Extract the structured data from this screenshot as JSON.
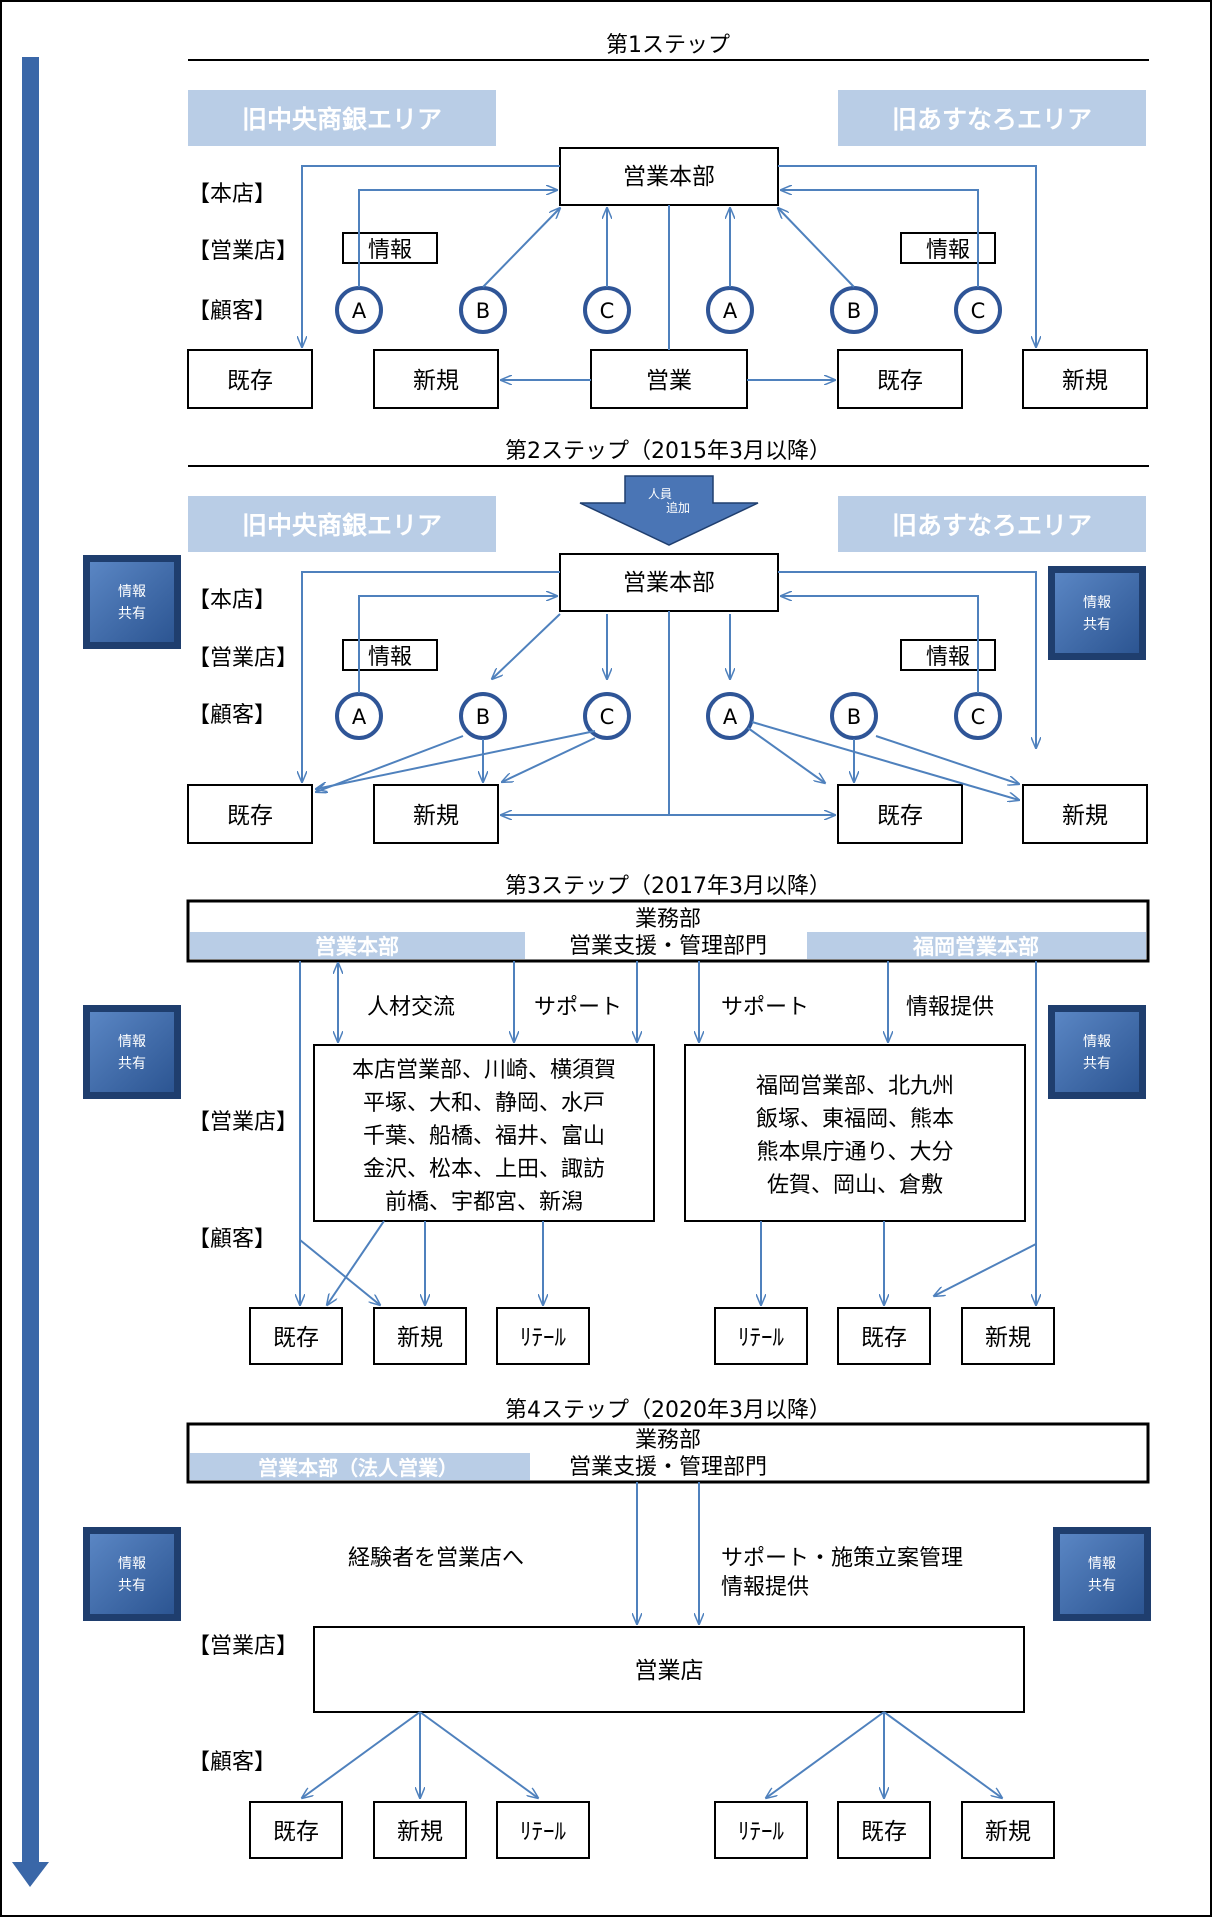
{
  "step1": {
    "title": "第1ステップ",
    "area_left": "旧中央商銀エリア",
    "area_right": "旧あすなろエリア",
    "hq": "営業本部",
    "sales": "営業",
    "row_honten": "【本店】",
    "row_eigyoten": "【営業店】",
    "row_kokyaku": "【顧客】",
    "info": "情報",
    "circles": [
      "A",
      "B",
      "C",
      "A",
      "B",
      "C"
    ],
    "boxes": [
      "既存",
      "新規",
      "既存",
      "新規"
    ]
  },
  "step2": {
    "title": "第2ステップ（2015年3月以降）",
    "arrow_label_1": "人員",
    "arrow_label_2": "追加",
    "area_left": "旧中央商銀エリア",
    "area_right": "旧あすなろエリア",
    "hq": "営業本部",
    "row_honten": "【本店】",
    "row_eigyoten": "【営業店】",
    "row_kokyaku": "【顧客】",
    "info": "情報",
    "circles": [
      "A",
      "B",
      "C",
      "A",
      "B",
      "C"
    ],
    "boxes": [
      "既存",
      "新規",
      "既存",
      "新規"
    ]
  },
  "step3": {
    "title": "第3ステップ（2017年3月以降）",
    "dept_line1": "業務部",
    "dept_line2": "営業支援・管理部門",
    "band_left": "営業本部",
    "band_right": "福岡営業本部",
    "label_jinzai": "人材交流",
    "label_support1": "サポート",
    "label_support2": "サポート",
    "label_info": "情報提供",
    "row_eigyoten": "【営業店】",
    "row_kokyaku": "【顧客】",
    "branches_left": [
      "本店営業部、川崎、横須賀",
      "平塚、大和、静岡、水戸",
      "千葉、船橋、福井、富山",
      "金沢、松本、上田、諏訪",
      "前橋、宇都宮、新潟"
    ],
    "branches_right": [
      "福岡営業部、北九州",
      "飯塚、東福岡、熊本",
      "熊本県庁通り、大分",
      "佐賀、岡山、倉敷"
    ],
    "boxes": [
      "既存",
      "新規",
      "ﾘﾃｰﾙ",
      "ﾘﾃｰﾙ",
      "既存",
      "新規"
    ]
  },
  "step4": {
    "title": "第4ステップ（2020年3月以降）",
    "dept_line1": "業務部",
    "dept_line2": "営業支援・管理部門",
    "band_left": "営業本部（法人営業）",
    "label_left": "経験者を営業店へ",
    "label_right_1": "サポート・施策立案管理",
    "label_right_2": "情報提供",
    "row_eigyoten": "【営業店】",
    "row_kokyaku": "【顧客】",
    "branch": "営業店",
    "boxes": [
      "既存",
      "新規",
      "ﾘﾃｰﾙ",
      "ﾘﾃｰﾙ",
      "既存",
      "新規"
    ]
  },
  "share": {
    "line1": "情報",
    "line2": "共有"
  },
  "colors": {
    "area_band": "#b9cde6",
    "arrow": "#4f81bd",
    "circle_border": "#2f5597",
    "big_arrow": "#4a75b5",
    "share_button": "#3a67a8",
    "share_button_dark": "#1f3e6e",
    "timeline": "#3a67a8"
  }
}
